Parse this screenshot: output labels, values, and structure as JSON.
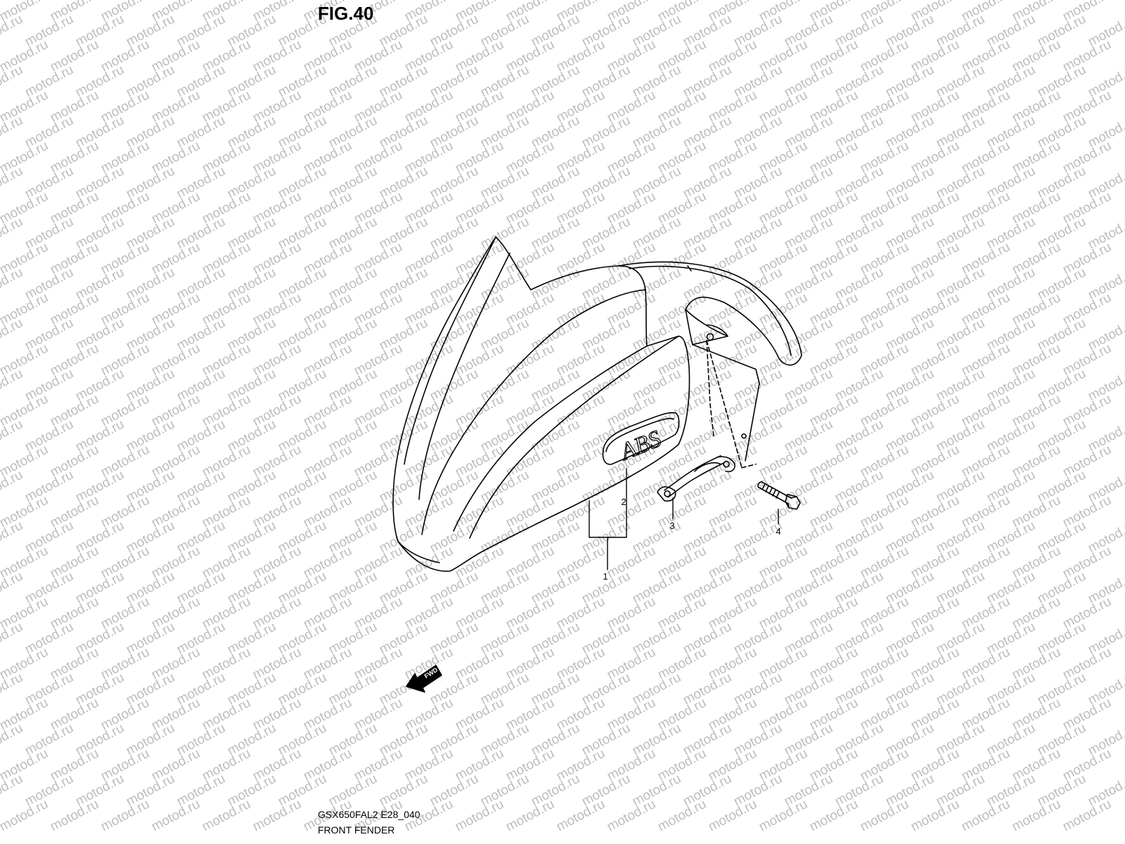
{
  "figure": {
    "title": "FIG.40",
    "model_code": "GSX650FAL2 E28_040",
    "section_name": "FRONT FENDER"
  },
  "parts": {
    "callouts": [
      {
        "number": "1"
      },
      {
        "number": "2"
      },
      {
        "number": "3"
      },
      {
        "number": "4"
      }
    ],
    "emblem_text": "ABS",
    "direction_label": "FWD"
  },
  "watermark": {
    "text": "motod.ru",
    "color": "#bdbdbd"
  }
}
